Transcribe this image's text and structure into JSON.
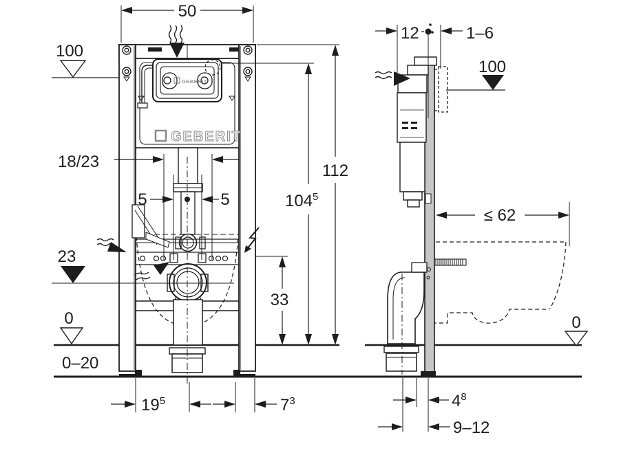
{
  "front": {
    "w50": "50",
    "level100": "100",
    "fix1823": "18/23",
    "off5l": "5",
    "off5r": "5",
    "lvl23": "23",
    "lvl0": "0",
    "range020": "0–20",
    "h112": "112",
    "h104": {
      "base": "104",
      "sup": "5"
    },
    "h33": "33",
    "d195": {
      "base": "19",
      "sup": "5"
    },
    "d73": {
      "base": "7",
      "sup": "3"
    },
    "panel_logo": "GEBERIT",
    "logo": "GEBERIT"
  },
  "side": {
    "d12": "12",
    "w16": "1–6",
    "lvl100": "100",
    "bowl62": "≤ 62",
    "lvl0": "0",
    "d48": {
      "base": "4",
      "sup": "8"
    },
    "w912": "9–12"
  },
  "colors": {
    "line": "#1d1d1d",
    "rail_fill": "#c6c6c6",
    "logo_gray": "#8a8a8a"
  }
}
